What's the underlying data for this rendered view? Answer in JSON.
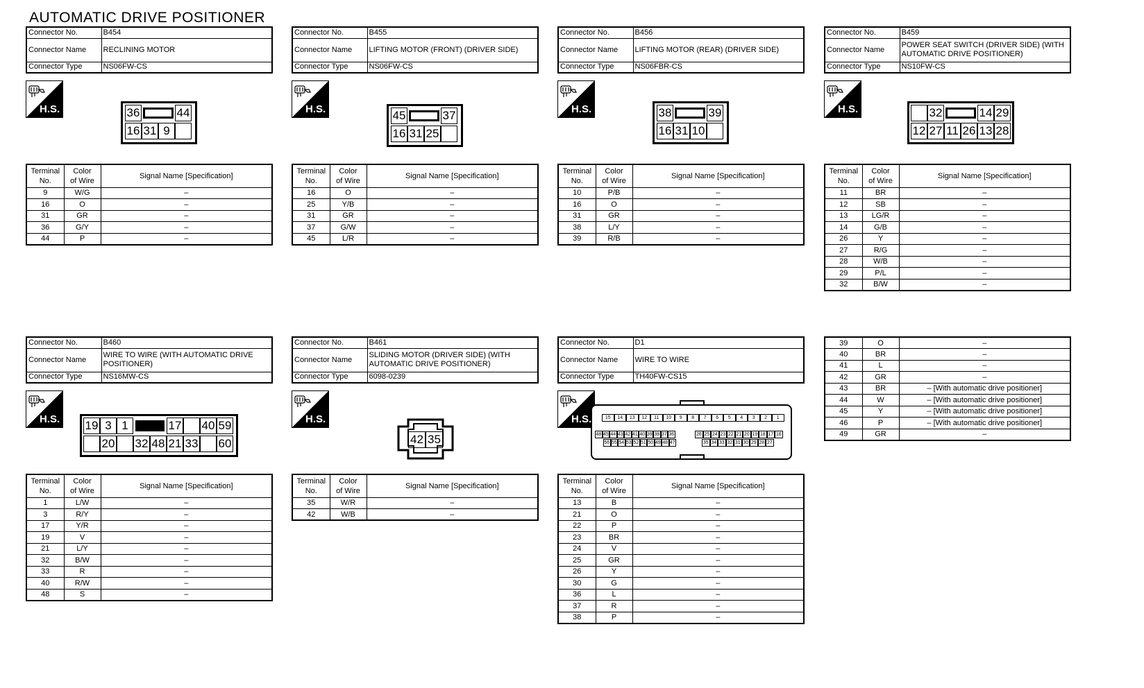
{
  "title": "AUTOMATIC DRIVE POSITIONER",
  "labels": {
    "connector_no": "Connector No.",
    "connector_name": "Connector Name",
    "connector_type": "Connector Type",
    "hs": "H.S.",
    "col_terminal_1": "Terminal",
    "col_terminal_2": "No.",
    "col_color_1": "Color",
    "col_color_2": "of Wire",
    "col_signal": "Signal Name [Specification]"
  },
  "connectors": [
    {
      "no": "B454",
      "name": "RECLINING MOTOR",
      "type": "NS06FW-CS",
      "pins_top": [
        "36",
        "44"
      ],
      "pins_bottom": [
        "16",
        "31",
        "9",
        ""
      ],
      "rows": [
        [
          "9",
          "W/G",
          "–"
        ],
        [
          "16",
          "O",
          "–"
        ],
        [
          "31",
          "GR",
          "–"
        ],
        [
          "36",
          "G/Y",
          "–"
        ],
        [
          "44",
          "P",
          "–"
        ]
      ]
    },
    {
      "no": "B455",
      "name": "LIFTING MOTOR (FRONT) (DRIVER SIDE)",
      "type": "NS06FW-CS",
      "pins_top": [
        "45",
        "37"
      ],
      "pins_bottom": [
        "16",
        "31",
        "25",
        ""
      ],
      "rows": [
        [
          "16",
          "O",
          "–"
        ],
        [
          "25",
          "Y/B",
          "–"
        ],
        [
          "31",
          "GR",
          "–"
        ],
        [
          "37",
          "G/W",
          "–"
        ],
        [
          "45",
          "L/R",
          "–"
        ]
      ]
    },
    {
      "no": "B456",
      "name": "LIFTING MOTOR (REAR) (DRIVER SIDE)",
      "type": "NS06FBR-CS",
      "pins_top": [
        "38",
        "39"
      ],
      "pins_bottom": [
        "16",
        "31",
        "10",
        ""
      ],
      "rows": [
        [
          "10",
          "P/B",
          "–"
        ],
        [
          "16",
          "O",
          "–"
        ],
        [
          "31",
          "GR",
          "–"
        ],
        [
          "38",
          "L/Y",
          "–"
        ],
        [
          "39",
          "R/B",
          "–"
        ]
      ]
    },
    {
      "no": "B459",
      "name": "POWER SEAT SWITCH (DRIVER SIDE) (WITH AUTOMATIC DRIVE POSITIONER)",
      "type": "NS10FW-CS",
      "pins_top": [
        "",
        "32",
        "14",
        "29"
      ],
      "pins_bottom": [
        "12",
        "27",
        "11",
        "26",
        "13",
        "28"
      ],
      "rows": [
        [
          "11",
          "BR",
          "–"
        ],
        [
          "12",
          "SB",
          "–"
        ],
        [
          "13",
          "LG/R",
          "–"
        ],
        [
          "14",
          "G/B",
          "–"
        ],
        [
          "26",
          "Y",
          "–"
        ],
        [
          "27",
          "R/G",
          "–"
        ],
        [
          "28",
          "W/B",
          "–"
        ],
        [
          "29",
          "P/L",
          "–"
        ],
        [
          "32",
          "B/W",
          "–"
        ]
      ]
    },
    {
      "no": "B460",
      "name": "WIRE TO WIRE (WITH AUTOMATIC DRIVE POSITIONER)",
      "type": "NS16MW-CS",
      "pins_top": [
        "19",
        "3",
        "1",
        "17",
        "",
        "40",
        "59"
      ],
      "pins_bottom": [
        "",
        "20",
        "",
        "32",
        "48",
        "21",
        "33",
        "",
        "60"
      ],
      "rows": [
        [
          "1",
          "L/W",
          "–"
        ],
        [
          "3",
          "R/Y",
          "–"
        ],
        [
          "17",
          "Y/R",
          "–"
        ],
        [
          "19",
          "V",
          "–"
        ],
        [
          "21",
          "L/Y",
          "–"
        ],
        [
          "32",
          "B/W",
          "–"
        ],
        [
          "33",
          "R",
          "–"
        ],
        [
          "40",
          "R/W",
          "–"
        ],
        [
          "48",
          "S",
          "–"
        ]
      ]
    },
    {
      "no": "B461",
      "name": "SLIDING MOTOR (DRIVER SIDE) (WITH AUTOMATIC DRIVE POSITIONER)",
      "type": "6098-0239",
      "pins": [
        "42",
        "35"
      ],
      "rows": [
        [
          "35",
          "W/R",
          "–"
        ],
        [
          "42",
          "W/B",
          "–"
        ]
      ]
    },
    {
      "no": "D1",
      "name": "WIRE TO WIRE",
      "type": "TH40FW-CS15",
      "pins_top": [
        "15",
        "14",
        "13",
        "12",
        "11",
        "10",
        "9",
        "8",
        "7",
        "6",
        "5",
        "4",
        "3",
        "2",
        "1"
      ],
      "pins_mid_left": [
        "48",
        "45",
        "44",
        "43",
        "42",
        "41",
        "40",
        "39",
        "38",
        "37",
        "36"
      ],
      "pins_mid_right": [
        "26",
        "25",
        "24",
        "23",
        "22",
        "21",
        "20",
        "19",
        "18",
        "17",
        "16"
      ],
      "pins_bot_left": [
        "56",
        "55",
        "54",
        "53",
        "52",
        "51",
        "50",
        "49",
        "48",
        "47"
      ],
      "pins_bot_right": [
        "35",
        "34",
        "33",
        "32",
        "31",
        "30",
        "29",
        "28",
        "27"
      ],
      "rows": [
        [
          "13",
          "B",
          "–"
        ],
        [
          "21",
          "O",
          "–"
        ],
        [
          "22",
          "P",
          "–"
        ],
        [
          "23",
          "BR",
          "–"
        ],
        [
          "24",
          "V",
          "–"
        ],
        [
          "25",
          "GR",
          "–"
        ],
        [
          "26",
          "Y",
          "–"
        ],
        [
          "30",
          "G",
          "–"
        ],
        [
          "36",
          "L",
          "–"
        ],
        [
          "37",
          "R",
          "–"
        ],
        [
          "38",
          "P",
          "–"
        ]
      ]
    }
  ],
  "continuation_rows": [
    [
      "39",
      "O",
      "–"
    ],
    [
      "40",
      "BR",
      "–"
    ],
    [
      "41",
      "L",
      "–"
    ],
    [
      "42",
      "GR",
      "–"
    ],
    [
      "43",
      "BR",
      "– [With automatic drive positioner]"
    ],
    [
      "44",
      "W",
      "– [With automatic drive positioner]"
    ],
    [
      "45",
      "Y",
      "– [With automatic drive positioner]"
    ],
    [
      "46",
      "P",
      "– [With automatic drive positioner]"
    ],
    [
      "49",
      "GR",
      "–"
    ]
  ]
}
